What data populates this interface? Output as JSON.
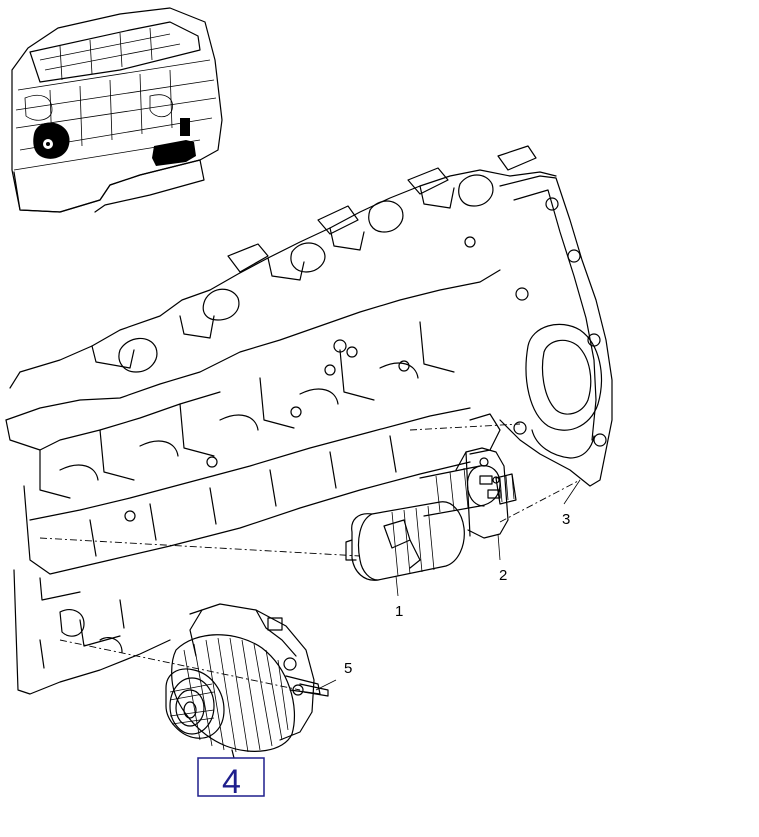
{
  "callouts": {
    "starter_motor": "1",
    "starter_flange": "2",
    "flywheel_housing": "3",
    "alternator_bolt": "5"
  },
  "reference_box": {
    "label": "4",
    "border_color": "#1e1e8c"
  },
  "icons": {
    "overview": "engine-overview-icon"
  }
}
